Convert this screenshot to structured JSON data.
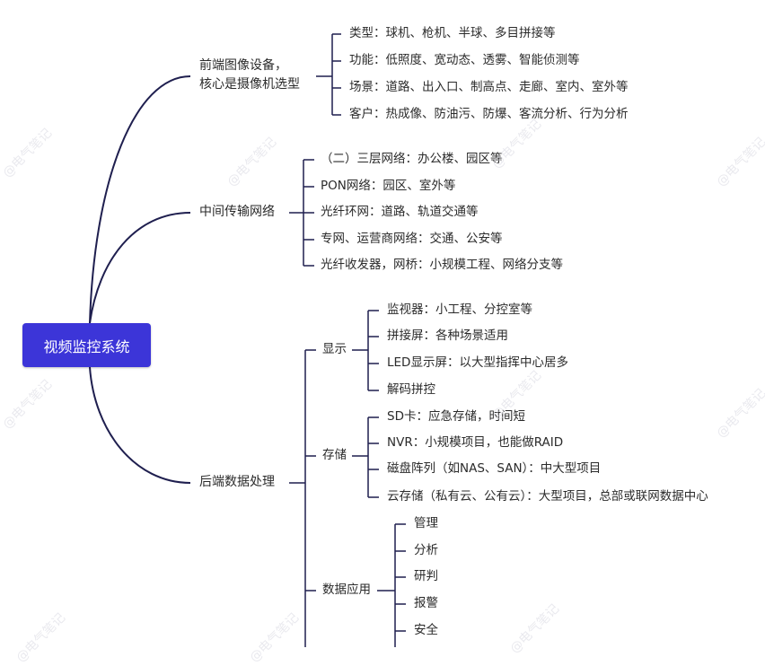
{
  "root": "视频监控系统",
  "branches": {
    "front": {
      "label_line1": "前端图像设备，",
      "label_line2": "核心是摄像机选型",
      "items": [
        "类型：球机、枪机、半球、多目拼接等",
        "功能：低照度、宽动态、透雾、智能侦测等",
        "场景：道路、出入口、制高点、走廊、室内、室外等",
        "客户：热成像、防油污、防爆、客流分析、行为分析"
      ]
    },
    "network": {
      "label": "中间传输网络",
      "items": [
        "（二）三层网络：办公楼、园区等",
        "PON网络：园区、室外等",
        "光纤环网：道路、轨道交通等",
        "专网、运营商网络：交通、公安等",
        "光纤收发器，网桥：小规模工程、网络分支等"
      ]
    },
    "backend": {
      "label": "后端数据处理",
      "display": {
        "label": "显示",
        "items": [
          "监视器：小工程、分控室等",
          "拼接屏：各种场景适用",
          "LED显示屏：以大型指挥中心居多",
          "解码拼控"
        ]
      },
      "storage": {
        "label": "存储",
        "items": [
          "SD卡：应急存储，时间短",
          "NVR：小规模项目，也能做RAID",
          "磁盘阵列（如NAS、SAN）：中大型项目",
          "云存储（私有云、公有云）：大型项目，总部或联网数据中心"
        ]
      },
      "application": {
        "label": "数据应用",
        "items": [
          "管理",
          "分析",
          "研判",
          "报警",
          "安全"
        ]
      }
    }
  },
  "watermark": "@电气笔记",
  "colors": {
    "root_bg": "#3c35d8",
    "line": "#1f1f4f",
    "text": "#2b2b2b"
  }
}
